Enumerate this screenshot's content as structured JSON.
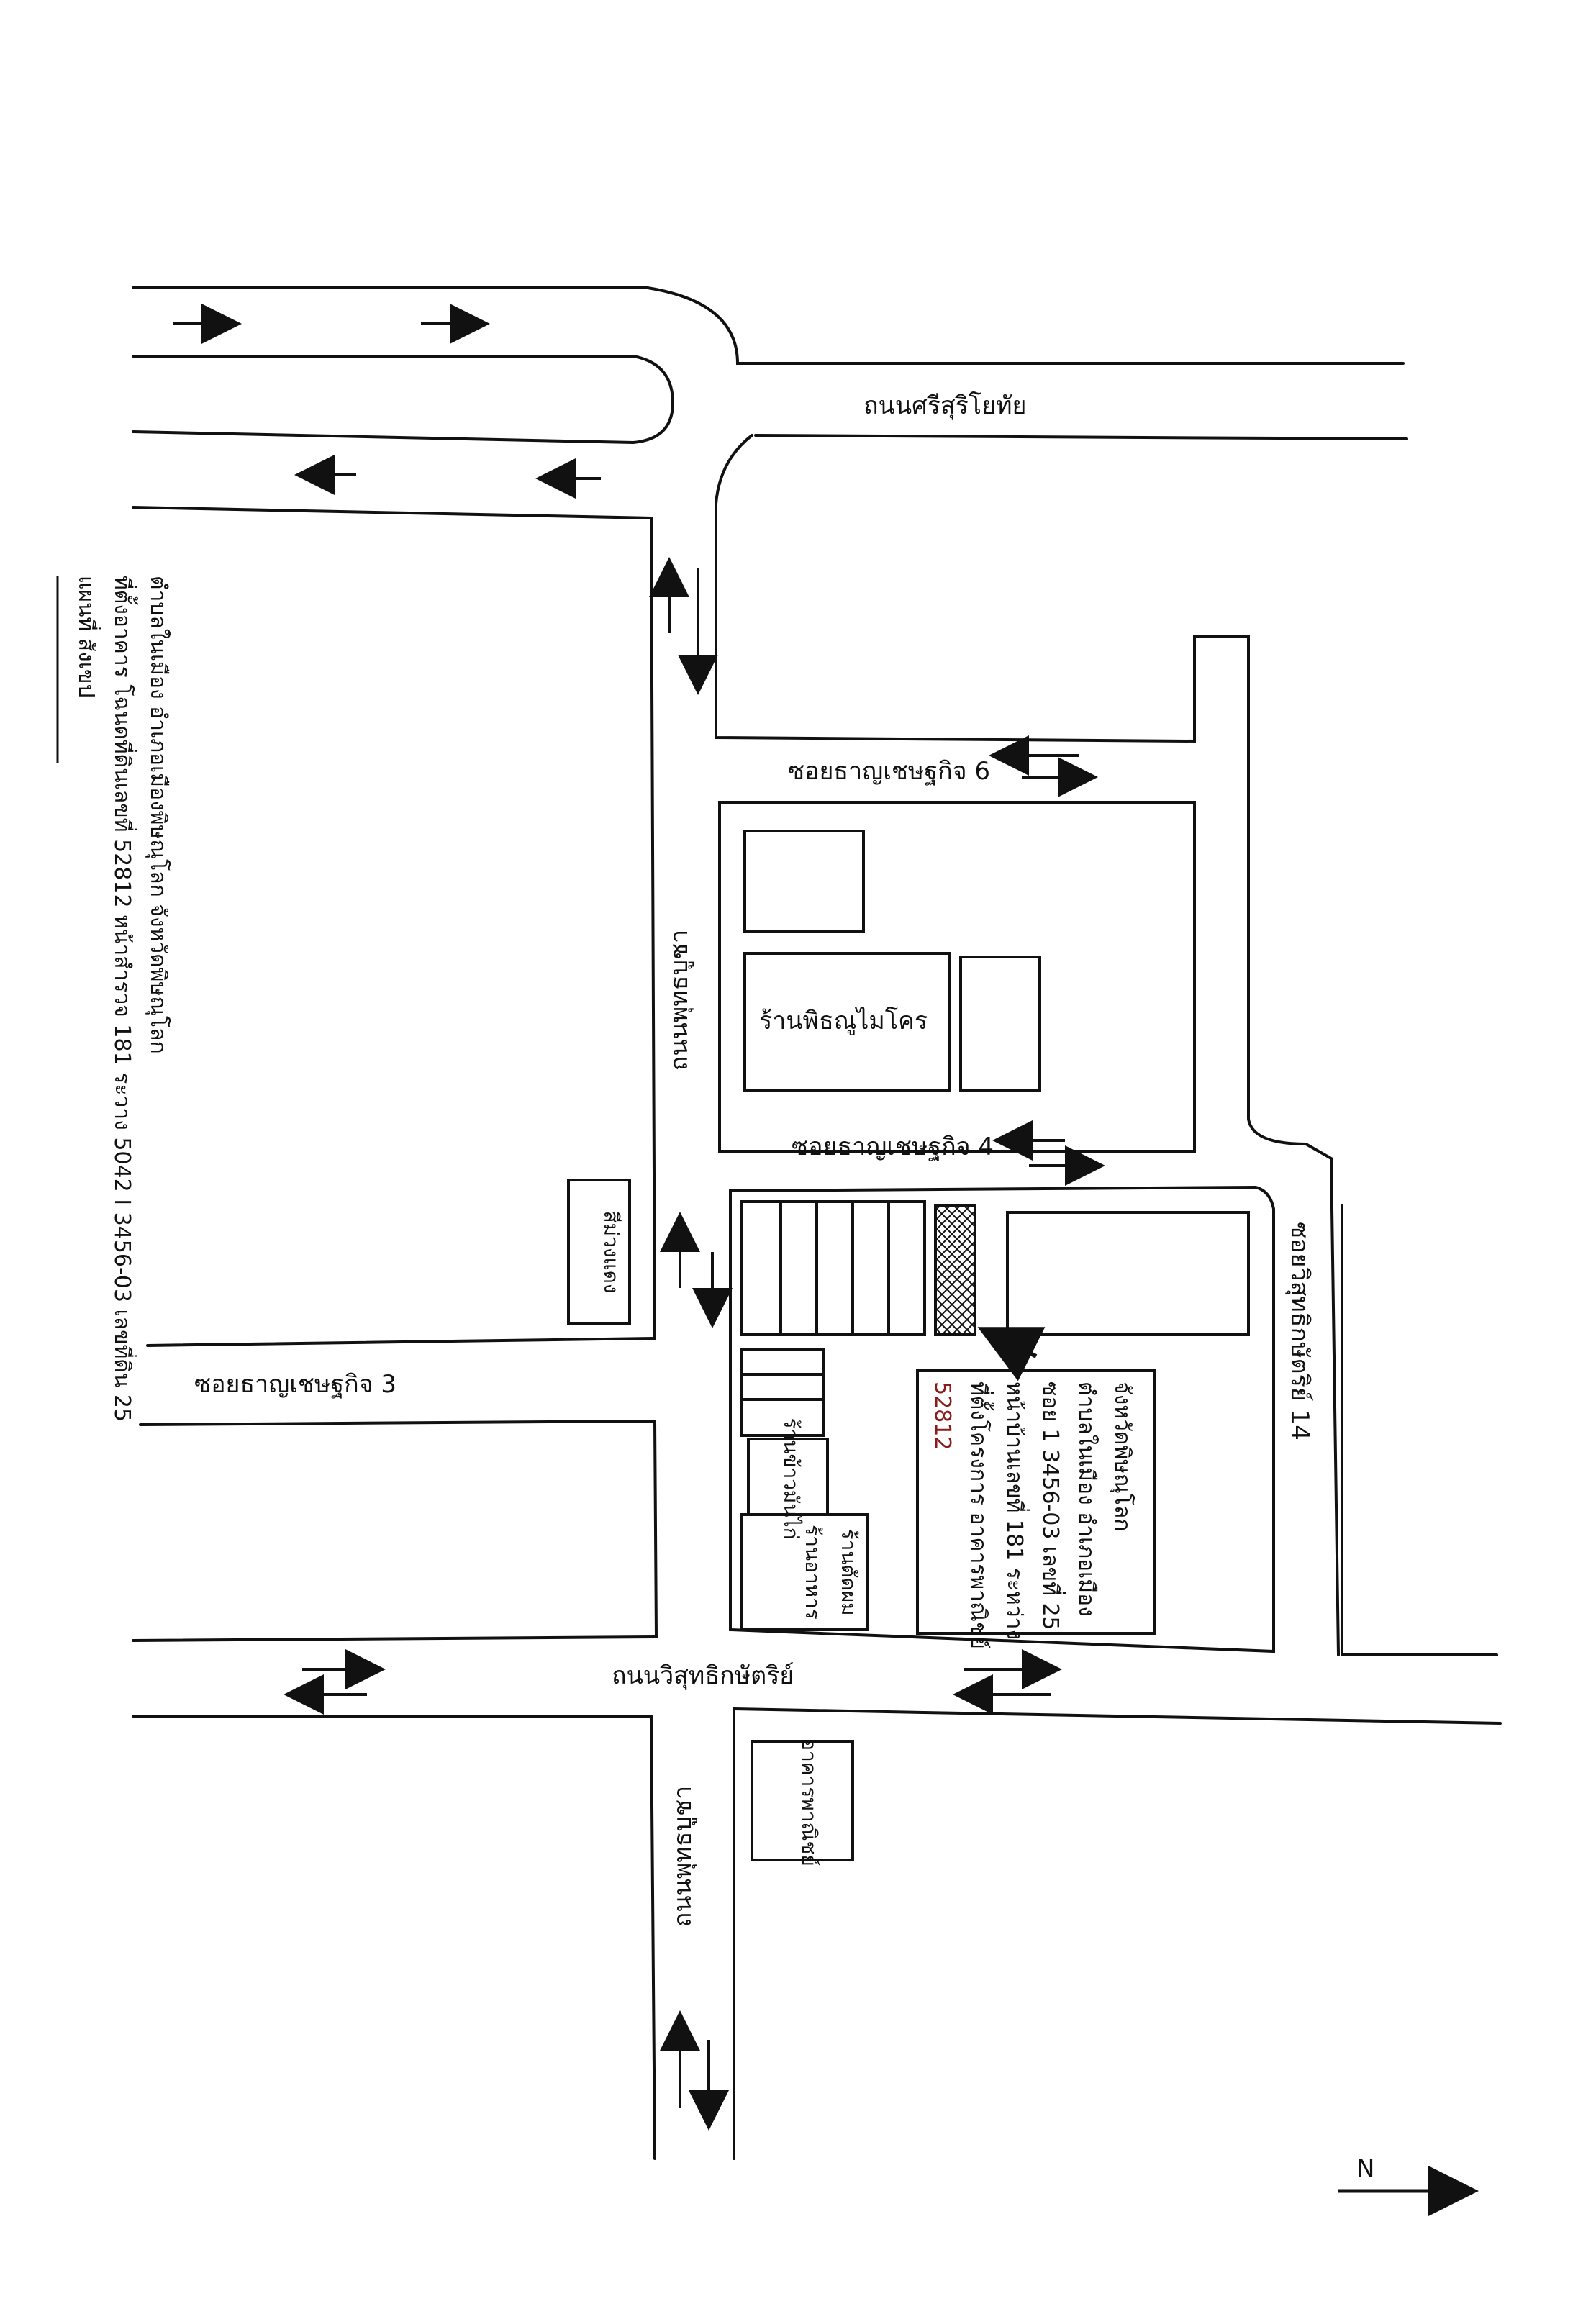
{
  "map": {
    "roads": {
      "top_road": "ถนนศรีสุริโยทัย",
      "main_road_north": "ถนนพุทธบูชา",
      "main_road_south": "ถนนพุทธบูชา",
      "bottom_road": "ถนนวิสุทธิกษัตริย์",
      "soi_6": "ซอยธาญเชษฐกิจ 6",
      "soi_4": "ซอยธาญเชษฐกิจ 4",
      "soi_3": "ซอยธาญเชษฐกิจ 3",
      "soi_14": "ซอยวิสุทธิกษัตริย์ 14"
    },
    "landmarks": {
      "shop": "ร้านพิธณูไมโคร",
      "left_building": "สีม่วงแดง",
      "small_1": "ร้านข้าวมันไก่",
      "small_2": "ร้านอาหาร",
      "small_3": "ร้านตัดผม",
      "bottom_building": "อาคารพาณิชย์"
    },
    "target_note": {
      "number": "52812",
      "lines": [
        "ที่ตั้งโครงการ อาคารพาณิชย์",
        "หน้าบ้านเลขที่ 181 ระหว่าง",
        "ซอย 1 3456-03 เลขที่ 25",
        "ตำบลในเมือง อำเภอเมือง",
        "จังหวัดพิษณุโลก"
      ]
    },
    "side_note": {
      "lines": [
        "แผนที่ สังเขป",
        "ที่ตั้งอาคาร โฉนดที่ดินเลขที่ 52812 หน้าสำรวจ 181 ระวาง 5042 I 3456-03 เลขที่ดิน 25",
        "ตำบลในเมือง อำเภอเมืองพิษณุโลก จังหวัดพิษณุโลก"
      ]
    },
    "north_marker": "N"
  }
}
